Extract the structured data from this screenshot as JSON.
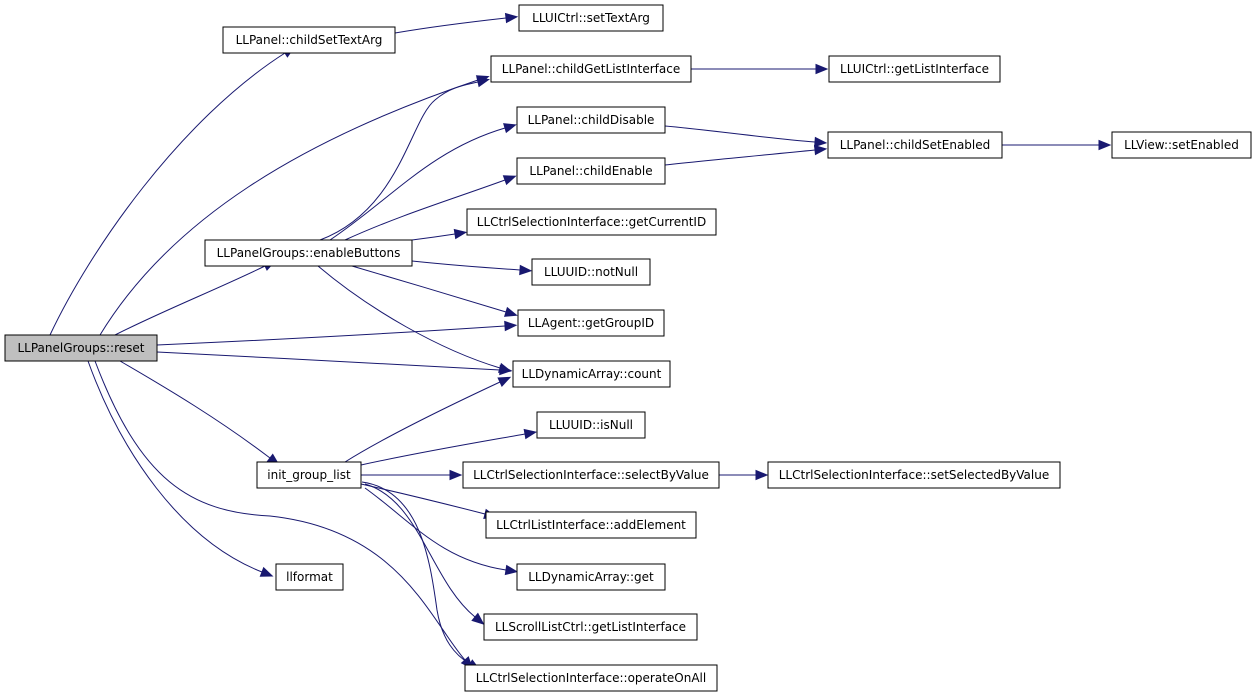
{
  "diagram": {
    "type": "call-graph",
    "colors": {
      "edge": "#191970",
      "node_border": "#000000",
      "root_fill": "#bfbfbf",
      "node_fill": "#ffffff"
    },
    "nodes": [
      {
        "id": "reset",
        "label": "LLPanelGroups::reset",
        "root": true
      },
      {
        "id": "childSetTextArg",
        "label": "LLPanel::childSetTextArg"
      },
      {
        "id": "uictrlSetTextArg",
        "label": "LLUICtrl::setTextArg"
      },
      {
        "id": "childGetListInterface",
        "label": "LLPanel::childGetListInterface"
      },
      {
        "id": "uictrlGetListInterface",
        "label": "LLUICtrl::getListInterface"
      },
      {
        "id": "childDisable",
        "label": "LLPanel::childDisable"
      },
      {
        "id": "childEnable",
        "label": "LLPanel::childEnable"
      },
      {
        "id": "childSetEnabled",
        "label": "LLPanel::childSetEnabled"
      },
      {
        "id": "viewSetEnabled",
        "label": "LLView::setEnabled"
      },
      {
        "id": "getCurrentID",
        "label": "LLCtrlSelectionInterface::getCurrentID"
      },
      {
        "id": "enableButtons",
        "label": "LLPanelGroups::enableButtons"
      },
      {
        "id": "notNull",
        "label": "LLUUID::notNull"
      },
      {
        "id": "getGroupID",
        "label": "LLAgent::getGroupID"
      },
      {
        "id": "count",
        "label": "LLDynamicArray::count"
      },
      {
        "id": "isNull",
        "label": "LLUUID::isNull"
      },
      {
        "id": "initGroupList",
        "label": "init_group_list"
      },
      {
        "id": "selectByValue",
        "label": "LLCtrlSelectionInterface::selectByValue"
      },
      {
        "id": "setSelectedByValue",
        "label": "LLCtrlSelectionInterface::setSelectedByValue"
      },
      {
        "id": "addElement",
        "label": "LLCtrlListInterface::addElement"
      },
      {
        "id": "daGet",
        "label": "LLDynamicArray::get"
      },
      {
        "id": "llformat",
        "label": "llformat"
      },
      {
        "id": "scrollGetListInterface",
        "label": "LLScrollListCtrl::getListInterface"
      },
      {
        "id": "operateOnAll",
        "label": "LLCtrlSelectionInterface::operateOnAll"
      }
    ],
    "edges": [
      {
        "from": "reset",
        "to": "childSetTextArg"
      },
      {
        "from": "reset",
        "to": "childGetListInterface"
      },
      {
        "from": "reset",
        "to": "enableButtons"
      },
      {
        "from": "reset",
        "to": "getGroupID"
      },
      {
        "from": "reset",
        "to": "count"
      },
      {
        "from": "reset",
        "to": "initGroupList"
      },
      {
        "from": "reset",
        "to": "llformat"
      },
      {
        "from": "reset",
        "to": "operateOnAll"
      },
      {
        "from": "childSetTextArg",
        "to": "uictrlSetTextArg"
      },
      {
        "from": "childGetListInterface",
        "to": "uictrlGetListInterface"
      },
      {
        "from": "childDisable",
        "to": "childSetEnabled"
      },
      {
        "from": "childEnable",
        "to": "childSetEnabled"
      },
      {
        "from": "childSetEnabled",
        "to": "viewSetEnabled"
      },
      {
        "from": "enableButtons",
        "to": "childGetListInterface"
      },
      {
        "from": "enableButtons",
        "to": "childDisable"
      },
      {
        "from": "enableButtons",
        "to": "childEnable"
      },
      {
        "from": "enableButtons",
        "to": "getCurrentID"
      },
      {
        "from": "enableButtons",
        "to": "notNull"
      },
      {
        "from": "enableButtons",
        "to": "getGroupID"
      },
      {
        "from": "enableButtons",
        "to": "count"
      },
      {
        "from": "initGroupList",
        "to": "count"
      },
      {
        "from": "initGroupList",
        "to": "isNull"
      },
      {
        "from": "initGroupList",
        "to": "selectByValue"
      },
      {
        "from": "selectByValue",
        "to": "setSelectedByValue"
      },
      {
        "from": "initGroupList",
        "to": "addElement"
      },
      {
        "from": "initGroupList",
        "to": "daGet"
      },
      {
        "from": "initGroupList",
        "to": "scrollGetListInterface"
      },
      {
        "from": "initGroupList",
        "to": "operateOnAll"
      }
    ]
  }
}
